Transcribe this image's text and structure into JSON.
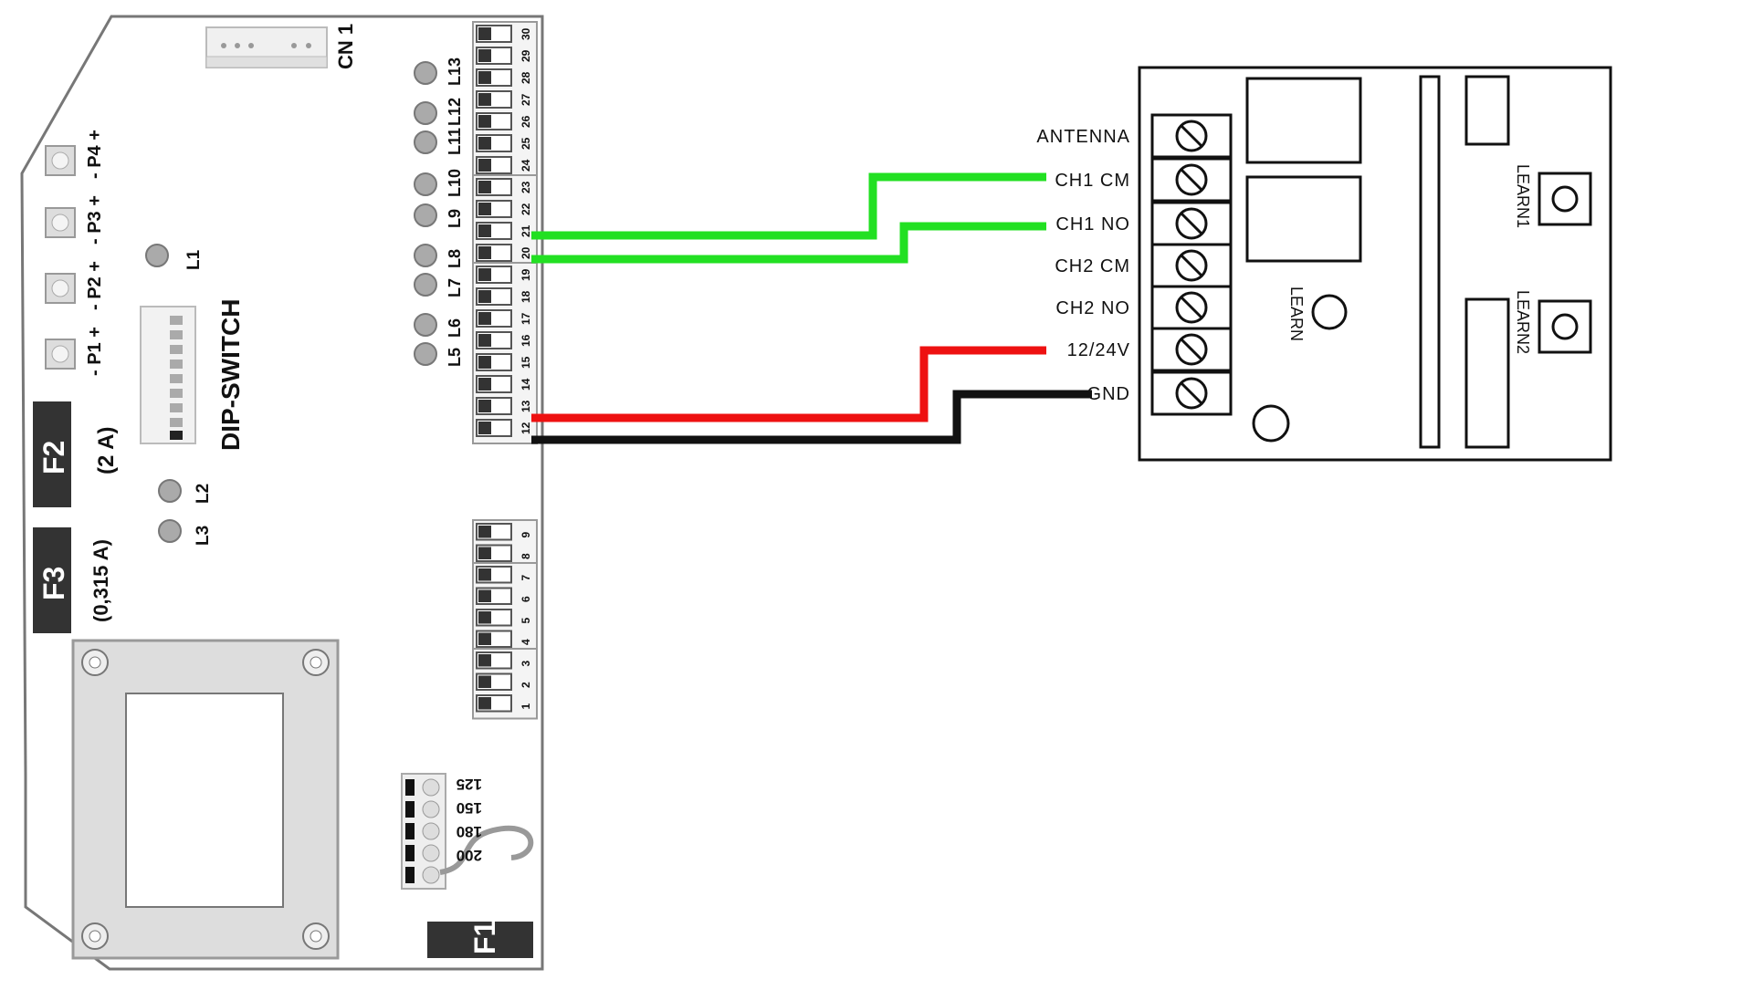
{
  "controller": {
    "connector_label": "CN 1",
    "fuse_f1": "F1",
    "fuse_f2": "F2",
    "fuse_f2_rating": "(2 A)",
    "fuse_f3": "F3",
    "fuse_f3_rating": "(0,315 A)",
    "dip_switch_label": "DIP-SWITCH",
    "pots": [
      "- P1 +",
      "- P2 +",
      "- P3 +",
      "- P4 +"
    ],
    "leds_left": [
      "L1",
      "L2",
      "L3"
    ],
    "leds_right": [
      "L13",
      "L12",
      "L11",
      "L10",
      "L9",
      "L8",
      "L7",
      "L6",
      "L5"
    ],
    "terminals_top": [
      "30",
      "29",
      "28",
      "27",
      "26",
      "25",
      "24",
      "23",
      "22",
      "21",
      "20",
      "19",
      "18",
      "17",
      "16",
      "15",
      "14",
      "13",
      "12"
    ],
    "terminals_bottom": [
      "9",
      "8",
      "7",
      "6",
      "5",
      "4",
      "3",
      "2",
      "1"
    ],
    "taps": [
      "125",
      "150",
      "180",
      "200"
    ]
  },
  "receiver": {
    "terminal_labels": [
      "ANTENNA",
      "CH1 CM",
      "CH1 NO",
      "CH2 CM",
      "CH2 NO",
      "12/24V",
      "GND"
    ],
    "learn_label": "LEARN",
    "learn1_label": "LEARN1",
    "learn2_label": "LEARN2"
  },
  "wires": [
    {
      "from_terminal": "21",
      "to": "CH1 CM",
      "color": "#22e022"
    },
    {
      "from_terminal": "20",
      "to": "CH1 NO",
      "color": "#22e022"
    },
    {
      "from_terminal": "13",
      "to": "12/24V",
      "color": "#ee1111"
    },
    {
      "from_terminal": "12",
      "to": "GND",
      "color": "#111111"
    }
  ]
}
